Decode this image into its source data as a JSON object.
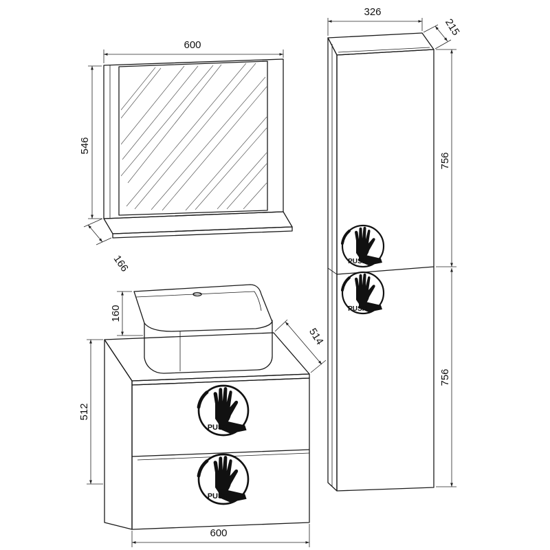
{
  "dimensions": {
    "mirror_width": "600",
    "mirror_height": "546",
    "mirror_shelf_depth": "166",
    "column_width": "326",
    "column_depth": "215",
    "column_upper_height": "756",
    "column_lower_height": "756",
    "basin_height": "160",
    "vanity_depth": "514",
    "vanity_height": "512",
    "vanity_width": "600"
  },
  "push_labels": {
    "column_upper": "PUSH",
    "column_lower": "PUSH",
    "drawer_upper": "PUSH",
    "drawer_lower": "PUSH"
  }
}
